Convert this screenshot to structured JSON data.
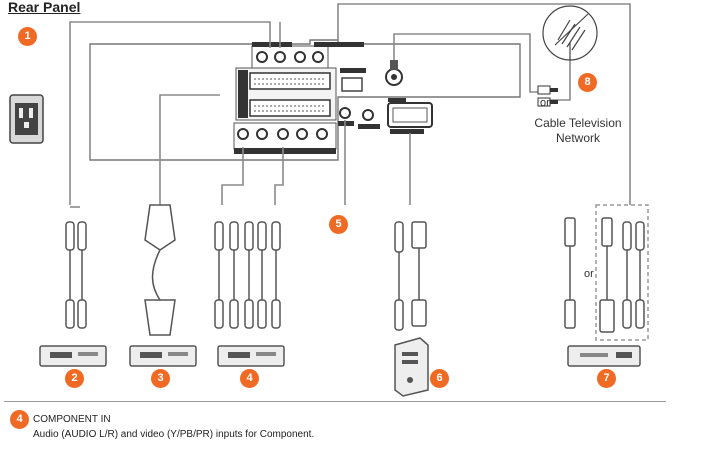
{
  "title": "Rear Panel",
  "cable_network": {
    "line1": "Cable Television",
    "line2": "Network"
  },
  "or_label": "or",
  "callouts": {
    "c1": "1",
    "c2": "2",
    "c3": "3",
    "c4": "4",
    "c5": "5",
    "c6": "6",
    "c7": "7",
    "c8": "8"
  },
  "note": {
    "number": "4",
    "title": "COMPONENT IN",
    "description": "Audio (AUDIO L/R) and video (Y/PB/PR) inputs for Component."
  },
  "colors": {
    "callout": "#f06a24",
    "line": "#777777",
    "device": "#555555"
  }
}
